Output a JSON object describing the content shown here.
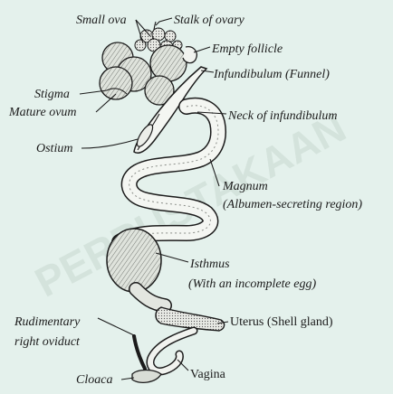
{
  "watermark": "PERPUSTAKAAN",
  "labels": {
    "small_ova": "Small ova",
    "stalk_of_ovary": "Stalk of ovary",
    "empty_follicle": "Empty follicle",
    "infundibulum": "Infundibulum (Funnel)",
    "stigma": "Stigma",
    "mature_ovum": "Mature ovum",
    "neck_of_infundibulum": "Neck of infundibulum",
    "ostium": "Ostium",
    "magnum": "Magnum",
    "magnum_desc": "(Albumen-secreting region)",
    "isthmus": "Isthmus",
    "isthmus_desc": "(With an incomplete egg)",
    "rudimentary_line1": "Rudimentary",
    "rudimentary_line2": "right oviduct",
    "uterus": "Uterus (Shell gland)",
    "cloaca": "Cloaca",
    "vagina": "Vagina"
  },
  "colors": {
    "background": "#e4f1ec",
    "ink": "#1b1b1b",
    "tube_fill": "#f4f6f2",
    "ova_fill": "#d9ded8"
  }
}
